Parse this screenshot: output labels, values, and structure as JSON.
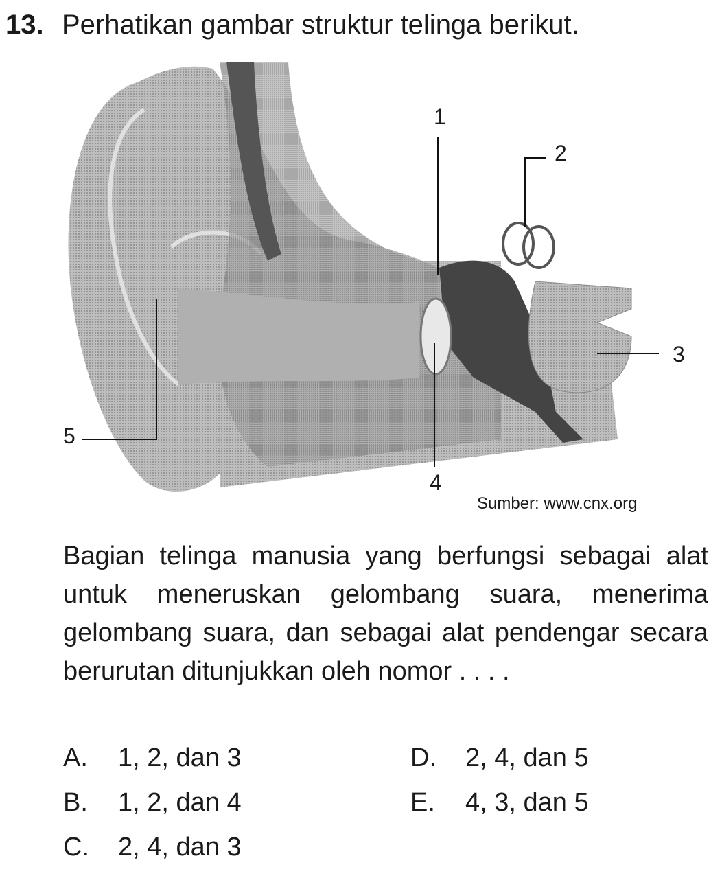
{
  "question": {
    "number": "13.",
    "title": "Perhatikan gambar struktur telinga berikut.",
    "diagram_labels": [
      "1",
      "2",
      "3",
      "4",
      "5"
    ],
    "source": "Sumber: www.cnx.org",
    "text": "Bagian telinga manusia yang berfungsi sebagai alat untuk meneruskan gelombang suara, menerima gelombang suara, dan sebagai alat pendengar secara berurutan ditunjukkan oleh nomor . . . .",
    "options": [
      {
        "key": "A.",
        "text": "1, 2, dan 3"
      },
      {
        "key": "B.",
        "text": "1, 2, dan 4"
      },
      {
        "key": "C.",
        "text": "2, 4, dan 3"
      },
      {
        "key": "D.",
        "text": "2, 4, dan 5"
      },
      {
        "key": "E.",
        "text": "4, 3, dan 5"
      }
    ]
  }
}
